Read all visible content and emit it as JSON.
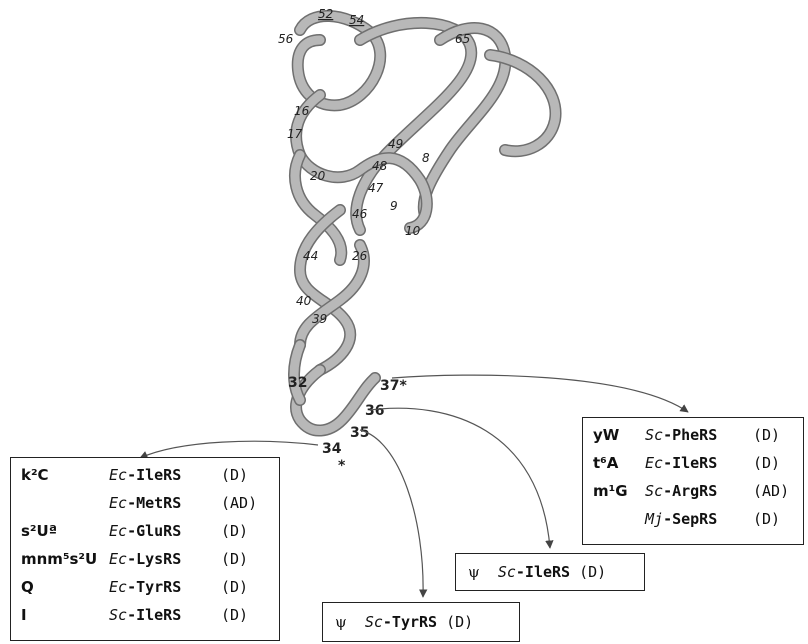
{
  "structure": {
    "residue_labels": [
      "52",
      "54",
      "56",
      "65",
      "16",
      "17",
      "49",
      "48",
      "8",
      "20",
      "47",
      "9",
      "10",
      "46",
      "44",
      "26",
      "40",
      "39",
      "32",
      "37*",
      "36",
      "35",
      "34",
      "*"
    ],
    "ribbon_color": "#b8b8b8",
    "ribbon_edge": "#6f6f6f"
  },
  "box_left": {
    "rows": [
      {
        "mod": "k²C",
        "species": "Ec",
        "enzyme": "-IleRS",
        "tag": "(D)"
      },
      {
        "mod": "",
        "species": "Ec",
        "enzyme": "-MetRS",
        "tag": "(AD)"
      },
      {
        "mod": "s²Uª",
        "species": "Ec",
        "enzyme": "-GluRS",
        "tag": "(D)"
      },
      {
        "mod": "mnm⁵s²U",
        "species": "Ec",
        "enzyme": "-LysRS",
        "tag": "(D)"
      },
      {
        "mod": "Q",
        "species": "Ec",
        "enzyme": "-TyrRS",
        "tag": "(D)"
      },
      {
        "mod": "I",
        "species": "Sc",
        "enzyme": "-IleRS",
        "tag": "(D)"
      }
    ]
  },
  "box_right": {
    "rows": [
      {
        "mod": "yW",
        "species": "Sc",
        "enzyme": "-PheRS",
        "tag": "(D)"
      },
      {
        "mod": "t⁶A",
        "species": "Ec",
        "enzyme": "-IleRS",
        "tag": "(D)"
      },
      {
        "mod": "m¹G",
        "species": "Sc",
        "enzyme": "-ArgRS",
        "tag": "(AD)"
      },
      {
        "mod": "",
        "species": "Mj",
        "enzyme": "-SepRS",
        "tag": "(D)"
      }
    ]
  },
  "box_mid": {
    "mod": "ψ",
    "species": "Sc",
    "enzyme": "-IleRS",
    "tag": "(D)"
  },
  "box_bottom": {
    "mod": "ψ",
    "species": "Sc",
    "enzyme": "-TyrRS",
    "tag": "(D)"
  }
}
